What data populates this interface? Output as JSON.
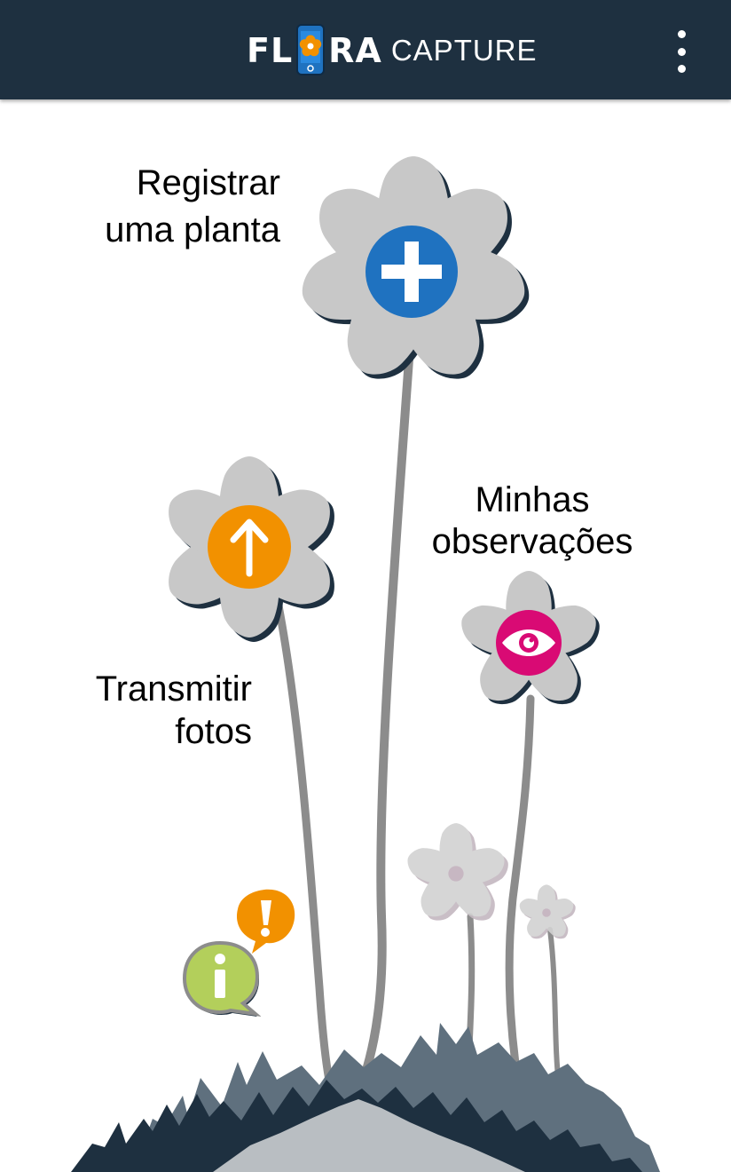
{
  "header": {
    "logo_prefix": "FL",
    "logo_suffix": "RA",
    "logo_capture": "CAPTURE",
    "menu_icon": "more-vert-icon"
  },
  "actions": {
    "register": {
      "label": "Registrar\numa planta",
      "icon": "plus-icon",
      "color": "#1f72c0"
    },
    "upload": {
      "label": "Transmitir\nfotos",
      "icon": "arrow-up-icon",
      "color": "#f29100"
    },
    "observations": {
      "label": "Minhas\nobservações",
      "icon": "eye-icon",
      "color": "#d90a74"
    },
    "info": {
      "icon": "info-icon",
      "color": "#b3cf5b",
      "alert_icon": "exclamation-icon",
      "alert_color": "#f29100"
    }
  },
  "colors": {
    "appbar": "#1e3040",
    "petal": "#c8c8c8",
    "petal_shadow": "#1e3040",
    "stem": "#8c8c8c",
    "ground_dark": "#1e3040",
    "ground_mid": "#5f707e",
    "ground_light": "#b9bec2"
  }
}
